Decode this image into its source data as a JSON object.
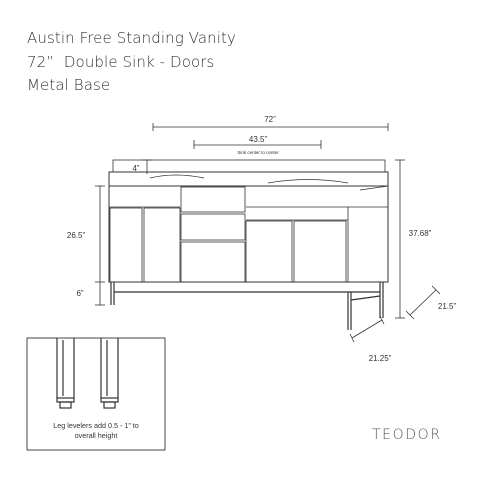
{
  "title": {
    "line1": "Austin Free Standing Vanity",
    "line2": "72”  Double Sink - Doors",
    "line3": "Metal Base"
  },
  "dimensions": {
    "overall_width": "72”",
    "sink_center": "43.5”",
    "sink_center_note": "Sink center to center",
    "backsplash_height": "4”",
    "counter_height": "26.5”",
    "leg_height": "6”",
    "overall_height": "37.68”",
    "depth": "21.5”",
    "base_depth": "21.25”"
  },
  "detail": {
    "note": "Leg levelers add 0.5 - 1” to overall height"
  },
  "brand": "TEODOR",
  "colors": {
    "line": "#333333",
    "background": "#ffffff"
  }
}
